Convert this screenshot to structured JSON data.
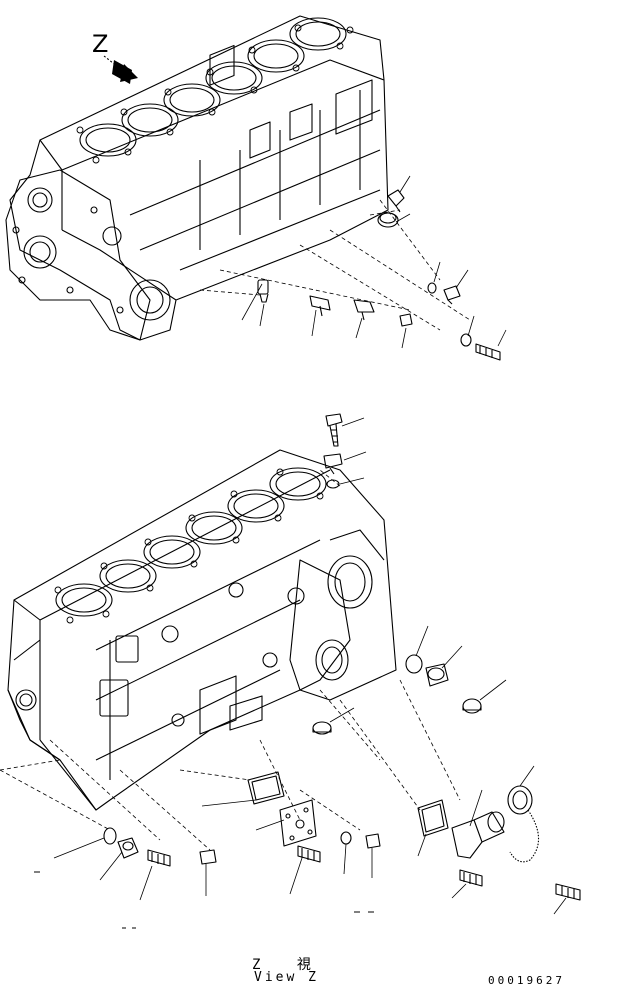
{
  "labels": {
    "view_letter": "Z",
    "view_caption_ja": "Z 視",
    "view_caption_en": "View Z",
    "drawing_number": "00019627"
  }
}
